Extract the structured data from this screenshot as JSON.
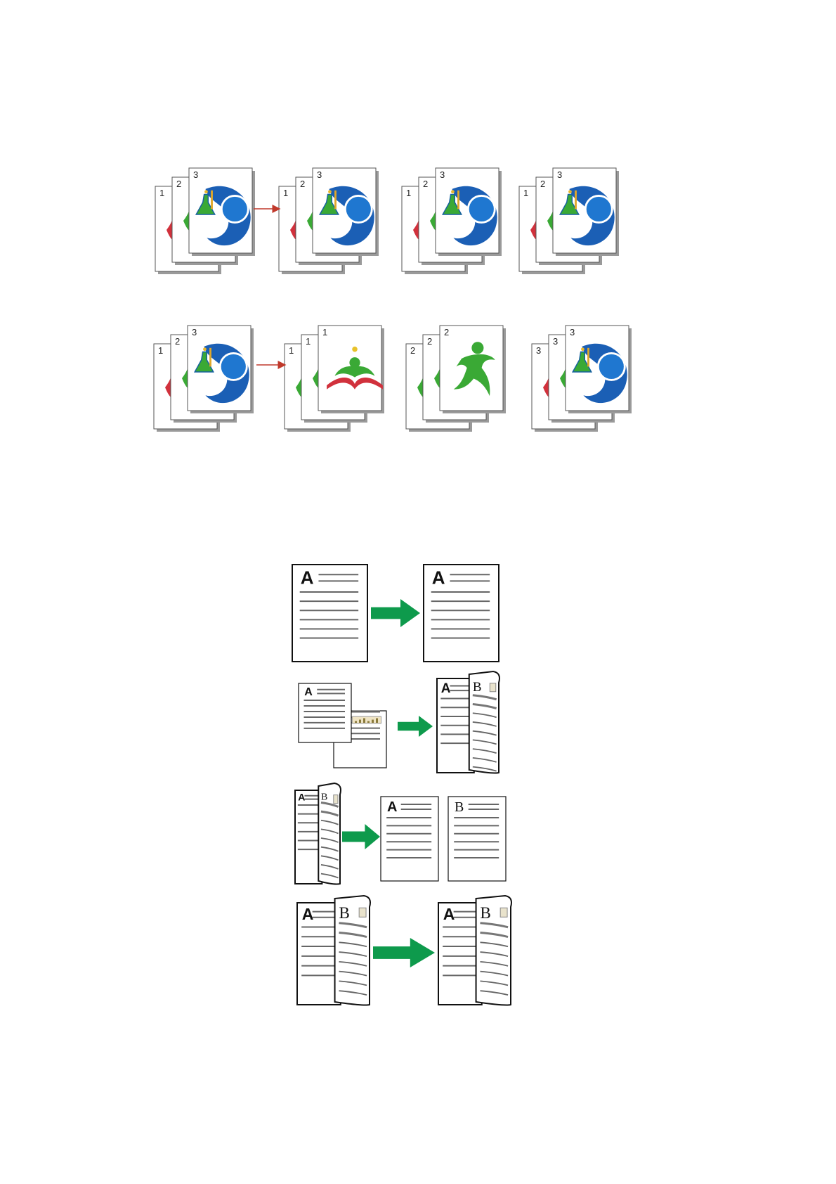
{
  "colors": {
    "green_arrow": "#0e9a4c",
    "red_arrow": "#c0392b",
    "logo_blue": "#1b5fb5",
    "logo_green": "#3aa935",
    "logo_red": "#d1313c"
  },
  "collate": {
    "rows": [
      {
        "name": "collated",
        "stacks": [
          {
            "pages": [
              "1",
              "2",
              "3"
            ],
            "top_image": "science-logo-icon"
          },
          {
            "pages": [
              "1",
              "2",
              "3"
            ],
            "top_image": "science-logo-icon"
          },
          {
            "pages": [
              "1",
              "2",
              "3"
            ],
            "top_image": "science-logo-icon"
          },
          {
            "pages": [
              "1",
              "2",
              "3"
            ],
            "top_image": "science-logo-icon"
          }
        ]
      },
      {
        "name": "uncollated",
        "stacks": [
          {
            "pages": [
              "1",
              "2",
              "3"
            ],
            "top_image": "science-logo-icon"
          },
          {
            "pages": [
              "1",
              "1",
              "1"
            ],
            "top_image": "reader-logo-icon"
          },
          {
            "pages": [
              "2",
              "2",
              "2"
            ],
            "top_image": "runner-logo-icon"
          },
          {
            "pages": [
              "3",
              "3",
              "3"
            ],
            "top_image": "science-logo-icon"
          }
        ]
      }
    ]
  },
  "duplex": {
    "letters": {
      "front": "A",
      "back": "B"
    },
    "rows": [
      {
        "name": "one-sided-to-one-sided"
      },
      {
        "name": "one-sided-to-two-sided"
      },
      {
        "name": "two-sided-to-one-sided"
      },
      {
        "name": "two-sided-to-two-sided"
      }
    ]
  }
}
